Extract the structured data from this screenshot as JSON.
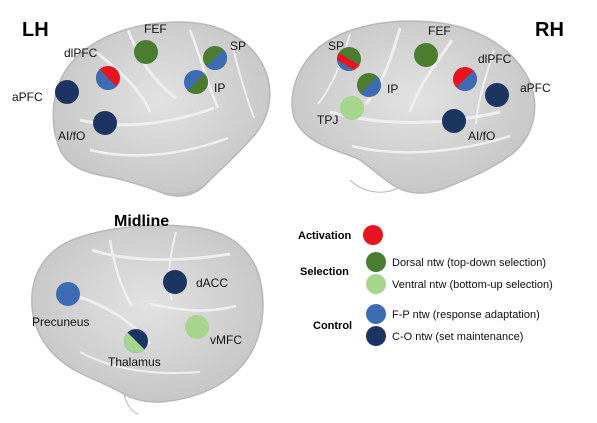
{
  "colors": {
    "activation": "#e8141e",
    "dorsal": "#4b7d31",
    "ventral": "#a6d68e",
    "fp": "#3d6cb4",
    "co": "#1c3462",
    "brain_fill": "#d4d4d4",
    "brain_edge": "#bdbdbd",
    "gyrus": "#e9e9e9"
  },
  "panels": {
    "lh": {
      "title": "LH",
      "nodes": [
        {
          "label": "FEF",
          "color_key": "dorsal",
          "icon": "dorsal-node-icon"
        },
        {
          "label": "SP",
          "color_key": "dorsal|fp",
          "icon": "split-node-icon"
        },
        {
          "label": "dlPFC",
          "color_key": "activation|fp",
          "icon": "split-node-icon"
        },
        {
          "label": "IP",
          "color_key": "fp|dorsal",
          "icon": "split-node-icon"
        },
        {
          "label": "aPFC",
          "color_key": "co",
          "icon": "co-node-icon"
        },
        {
          "label": "AI/fO",
          "color_key": "co",
          "icon": "co-node-icon"
        }
      ]
    },
    "rh": {
      "title": "RH",
      "nodes": [
        {
          "label": "SP",
          "color_key": "dorsal|activation|fp",
          "icon": "striped-node-icon"
        },
        {
          "label": "FEF",
          "color_key": "dorsal",
          "icon": "dorsal-node-icon"
        },
        {
          "label": "dlPFC",
          "color_key": "activation|fp",
          "icon": "split-node-icon"
        },
        {
          "label": "IP",
          "color_key": "dorsal|fp",
          "icon": "split-node-icon"
        },
        {
          "label": "aPFC",
          "color_key": "co",
          "icon": "co-node-icon"
        },
        {
          "label": "TPJ",
          "color_key": "ventral",
          "icon": "ventral-node-icon"
        },
        {
          "label": "AI/fO",
          "color_key": "co",
          "icon": "co-node-icon"
        }
      ]
    },
    "midline": {
      "title": "Midline",
      "nodes": [
        {
          "label": "dACC",
          "color_key": "co",
          "icon": "co-node-icon"
        },
        {
          "label": "Precuneus",
          "color_key": "fp",
          "icon": "fp-node-icon"
        },
        {
          "label": "vMFC",
          "color_key": "ventral",
          "icon": "ventral-node-icon"
        },
        {
          "label": "Thalamus",
          "color_key": "ventral|co",
          "icon": "split-node-icon"
        }
      ]
    }
  },
  "legend": {
    "activation": {
      "category": "Activation"
    },
    "selection": {
      "category": "Selection",
      "dorsal": "Dorsal ntw (top-down selection)",
      "ventral": "Ventral ntw (bottom-up selection)"
    },
    "control": {
      "category": "Control",
      "fp": "F-P ntw (response adaptation)",
      "co": "C-O ntw (set maintenance)"
    }
  }
}
